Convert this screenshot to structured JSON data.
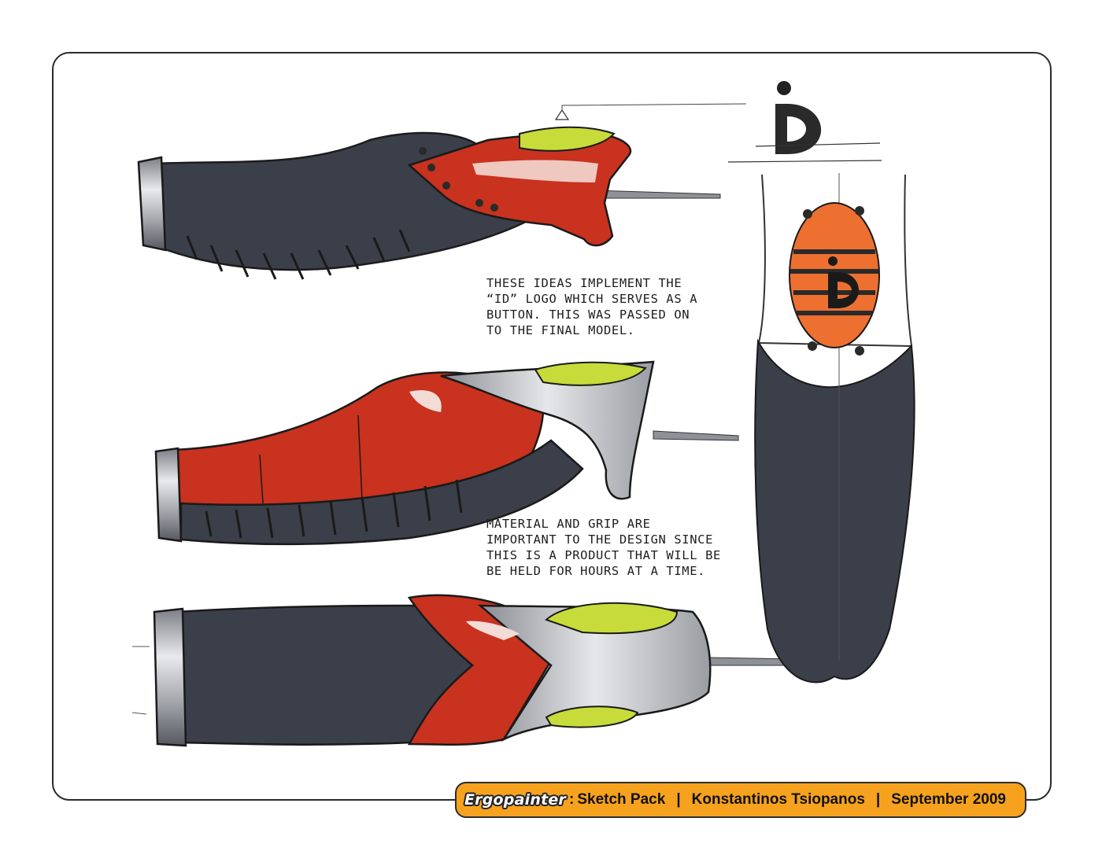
{
  "notes": {
    "logo_button": "THESE IDEAS IMPLEMENT THE\n“ID” LOGO WHICH SERVES AS A\nBUTTON.  THIS WAS PASSED ON\nTO THE FINAL MODEL.",
    "material_grip": "MATERIAL AND GRIP ARE\nIMPORTANT TO THE DESIGN SINCE\nTHIS IS A PRODUCT THAT WILL BE\nBE HELD FOR HOURS AT A TIME."
  },
  "footer": {
    "brand": "Ergopainter",
    "colon": ":",
    "pack": "Sketch Pack",
    "sep1": "|",
    "author": "Konstantinos Tsiopanos",
    "sep2": "|",
    "date": "September 2009"
  },
  "colors": {
    "accent_red": "#c8321e",
    "dark_grey": "#3a3e48",
    "lime": "#c7dc3a",
    "orange": "#f6a21e",
    "silver": "#b9bcc3"
  }
}
